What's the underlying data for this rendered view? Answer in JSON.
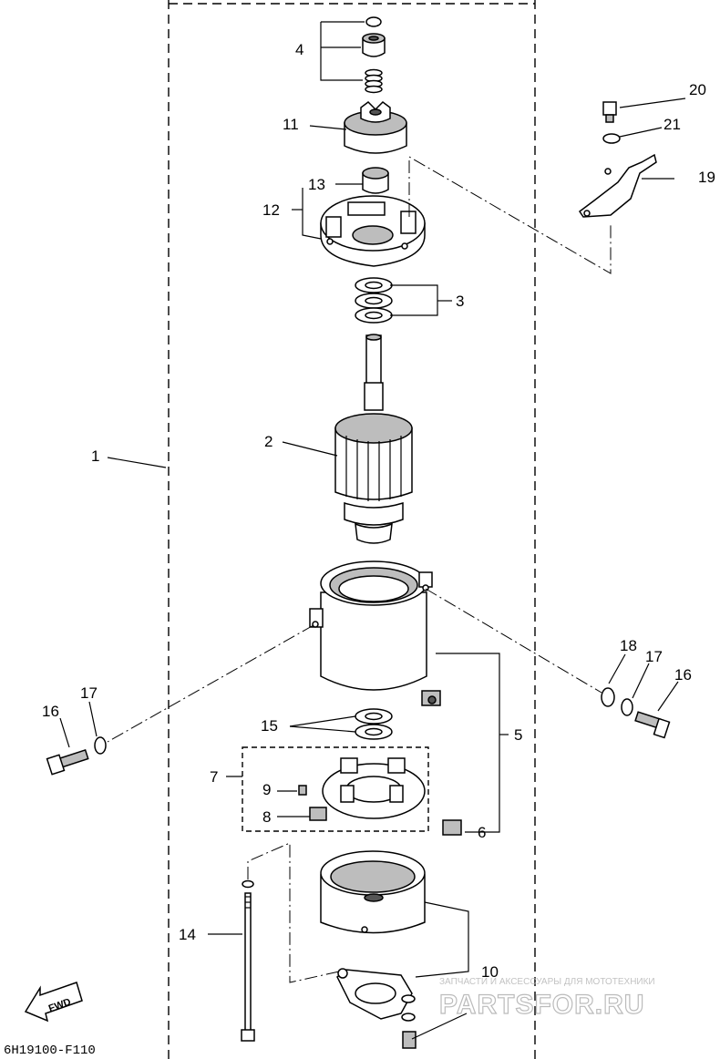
{
  "diagram": {
    "callouts": [
      {
        "id": "c1",
        "text": "1"
      },
      {
        "id": "c2",
        "text": "2"
      },
      {
        "id": "c3",
        "text": "3"
      },
      {
        "id": "c4",
        "text": "4"
      },
      {
        "id": "c5",
        "text": "5"
      },
      {
        "id": "c6",
        "text": "6"
      },
      {
        "id": "c7",
        "text": "7"
      },
      {
        "id": "c8",
        "text": "8"
      },
      {
        "id": "c9",
        "text": "9"
      },
      {
        "id": "c10",
        "text": "10"
      },
      {
        "id": "c11",
        "text": "11"
      },
      {
        "id": "c12",
        "text": "12"
      },
      {
        "id": "c13",
        "text": "13"
      },
      {
        "id": "c14",
        "text": "14"
      },
      {
        "id": "c15",
        "text": "15"
      },
      {
        "id": "c16a",
        "text": "16"
      },
      {
        "id": "c16b",
        "text": "16"
      },
      {
        "id": "c17a",
        "text": "17"
      },
      {
        "id": "c17b",
        "text": "17"
      },
      {
        "id": "c18",
        "text": "18"
      },
      {
        "id": "c19",
        "text": "19"
      },
      {
        "id": "c20",
        "text": "20"
      },
      {
        "id": "c21",
        "text": "21"
      }
    ],
    "drawing_code": "6H19100-F110",
    "fwd_label": "FWD"
  },
  "watermark": {
    "caption": "ЗАПЧАСТИ И АКСЕССУАРЫ ДЛЯ МОТОТЕХНИКИ",
    "logo_text": "PARTSFOR.RU"
  }
}
